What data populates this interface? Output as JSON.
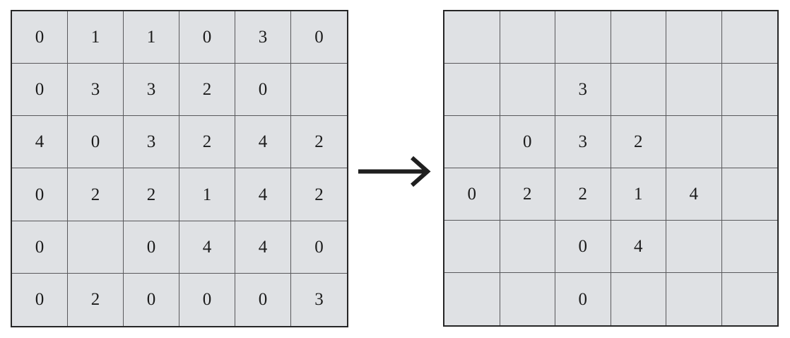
{
  "figure": {
    "type": "matrix-transformation",
    "background_color": "#ffffff",
    "cell_fill_color": "#dfe1e4",
    "grid_line_color": "#59595c",
    "outer_border_color": "#262626",
    "text_color": "#1b1b1b",
    "arrow_color": "#1f1f1f"
  },
  "connector": {
    "icon": "right-arrow-icon",
    "direction": "right"
  },
  "grids": [
    {
      "id": "input-matrix",
      "name": "left-grid",
      "rows": 6,
      "cols": 6,
      "cells": [
        [
          "0",
          "1",
          "1",
          "0",
          "3",
          "0"
        ],
        [
          "0",
          "3",
          "3",
          "2",
          "0",
          ""
        ],
        [
          "4",
          "0",
          "3",
          "2",
          "4",
          "2"
        ],
        [
          "0",
          "2",
          "2",
          "1",
          "4",
          "2"
        ],
        [
          "0",
          "",
          "0",
          "4",
          "4",
          "0"
        ],
        [
          "0",
          "2",
          "0",
          "0",
          "0",
          "3"
        ]
      ]
    },
    {
      "id": "output-matrix",
      "name": "right-grid",
      "rows": 6,
      "cols": 6,
      "cells": [
        [
          "",
          "",
          "",
          "",
          "",
          ""
        ],
        [
          "",
          "",
          "3",
          "",
          "",
          ""
        ],
        [
          "",
          "0",
          "3",
          "2",
          "",
          ""
        ],
        [
          "0",
          "2",
          "2",
          "1",
          "4",
          ""
        ],
        [
          "",
          "",
          "0",
          "4",
          "",
          ""
        ],
        [
          "",
          "",
          "0",
          "",
          "",
          ""
        ]
      ]
    }
  ]
}
